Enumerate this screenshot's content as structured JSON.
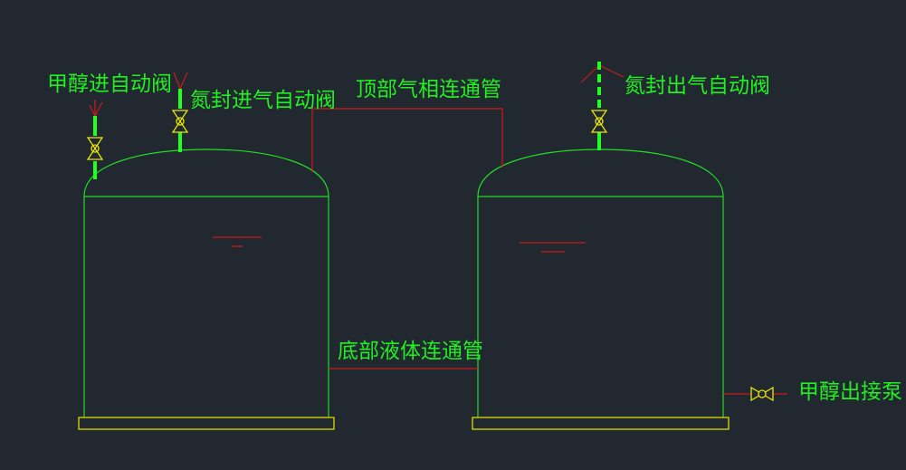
{
  "labels": {
    "methanol_inlet_valve": "甲醇进自动阀",
    "nitrogen_inlet_valve": "氮封进气自动阀",
    "top_gas_pipe": "顶部气相连通管",
    "nitrogen_outlet_valve": "氮封出气自动阀",
    "bottom_liquid_pipe": "底部液体连通管",
    "methanol_outlet_pump": "甲醇出接泵"
  },
  "colors": {
    "background": "#212830",
    "vessel_outline": "#22dd22",
    "pipe_red": "#cc1a1a",
    "thick_pipe": "#22ff22",
    "valve_yellow": "#e8e800",
    "label_text": "#22ee22"
  }
}
